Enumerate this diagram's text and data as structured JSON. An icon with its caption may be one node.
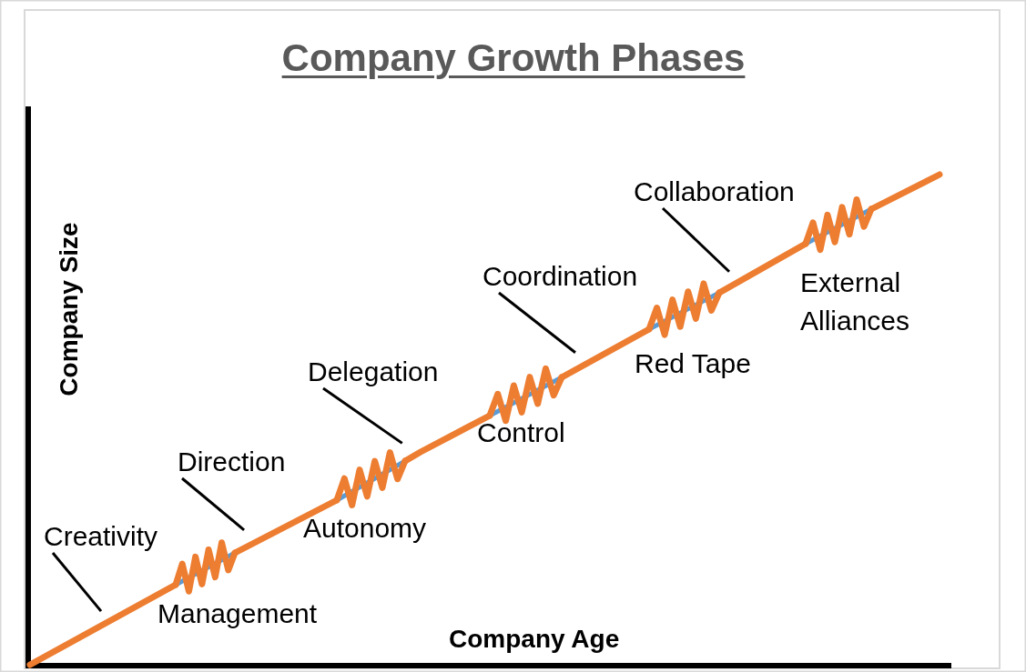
{
  "diagram": {
    "title": "Company Growth Phases",
    "nodes": [
      {
        "text": [
          "Creativity"
        ]
      },
      {
        "text": [
          "Direction"
        ]
      },
      {
        "text": [
          "Delegation"
        ]
      },
      {
        "text": [
          "Coordination"
        ]
      },
      {
        "text": [
          "Collaboration"
        ]
      },
      {
        "text": [],
        "shape": "line"
      },
      {
        "text": [],
        "shape": "zigzag"
      },
      {
        "text": [],
        "shape": "line"
      },
      {
        "text": [],
        "shape": "zigzag"
      },
      {
        "text": [],
        "shape": "line"
      },
      {
        "text": [],
        "shape": "zigzag"
      },
      {
        "text": [],
        "shape": "line"
      },
      {
        "text": [],
        "shape": "zigzag"
      },
      {
        "text": [],
        "shape": "line"
      },
      {
        "text": [],
        "shape": "zigzag"
      },
      {
        "text": [],
        "shape": "line"
      }
    ],
    "edges": [
      {
        "from": 0,
        "to": 5,
        "arrow": "none"
      },
      {
        "from": 1,
        "to": 7,
        "arrow": "none"
      },
      {
        "from": 2,
        "to": 9,
        "arrow": "none"
      },
      {
        "from": 3,
        "to": 11,
        "arrow": "none"
      },
      {
        "from": 4,
        "to": 13,
        "arrow": "none"
      }
    ],
    "labels": [
      "Company Size",
      "Company Age",
      "Management",
      "Autonomy",
      "Control",
      "Red Tape",
      "External Alliances"
    ]
  }
}
